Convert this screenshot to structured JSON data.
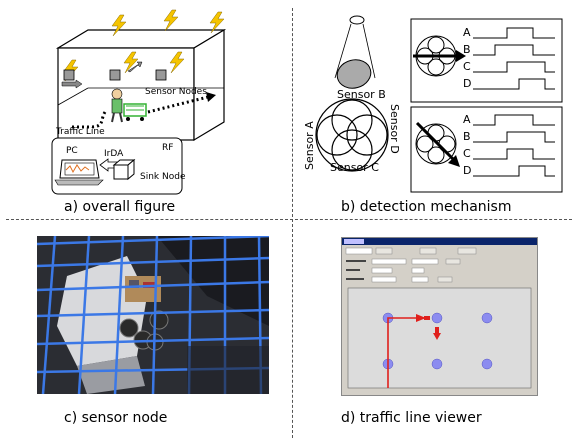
{
  "panels": {
    "a": {
      "caption": "a)  overall figure",
      "labels": {
        "sensor_nodes": "Sensor Nodes",
        "traffic_line": "Traffic Line",
        "pc": "PC",
        "irda": "IrDA",
        "rf": "RF",
        "sink_node": "Sink Node"
      }
    },
    "b": {
      "caption": "b)  detection mechanism",
      "labels": {
        "sensor_a": "Sensor A",
        "sensor_b": "Sensor B",
        "sensor_c": "Sensor C",
        "sensor_d": "Sensor D",
        "A": "A",
        "B": "B",
        "C": "C",
        "D": "D"
      }
    },
    "c": {
      "caption": "c)  sensor node"
    },
    "d": {
      "caption": "d)  traffic line viewer"
    }
  },
  "colors": {
    "lightning": "#f5c400",
    "cart_green": "#33b233",
    "arrow_red": "#e0201c",
    "dot_blue": "#8c8cf0",
    "grid_blue": "#3b78e6"
  }
}
